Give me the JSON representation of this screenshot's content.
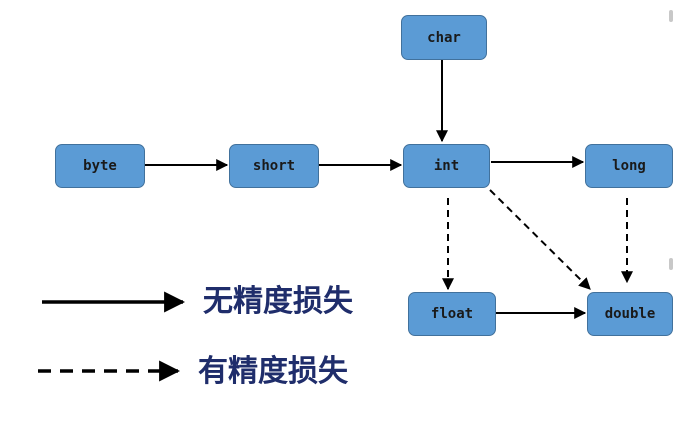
{
  "nodes": {
    "byte": "byte",
    "short": "short",
    "int": "int",
    "long": "long",
    "char": "char",
    "float": "float",
    "double": "double"
  },
  "legend": {
    "solid_label": "无精度损失",
    "dashed_label": "有精度损失"
  },
  "colors": {
    "node_fill": "#5b9bd5",
    "node_border": "#41719c",
    "arrow": "#000000",
    "legend_text": "#1f2d6b"
  }
}
